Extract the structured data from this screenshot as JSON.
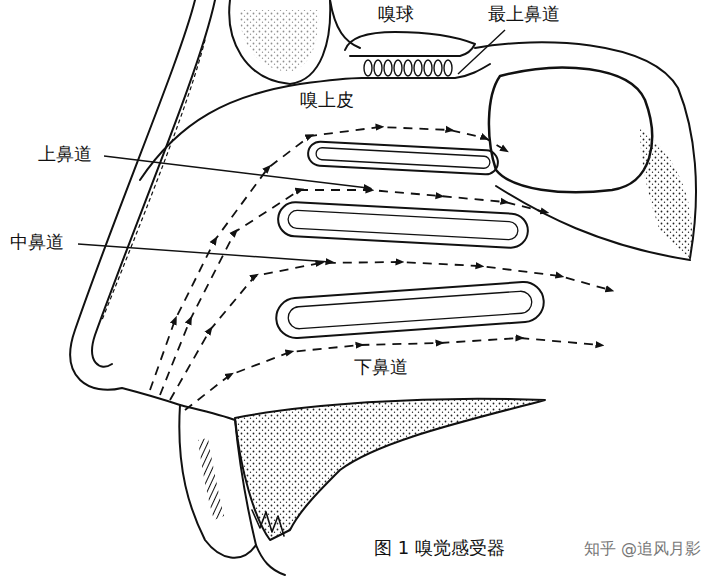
{
  "diagram": {
    "caption": "图 1 嗅觉感受器",
    "labels": [
      "嗅球",
      "最上鼻道",
      "嗅上皮",
      "上鼻道",
      "中鼻道",
      "下鼻道",
      "知乎 @追风月影"
    ]
  }
}
